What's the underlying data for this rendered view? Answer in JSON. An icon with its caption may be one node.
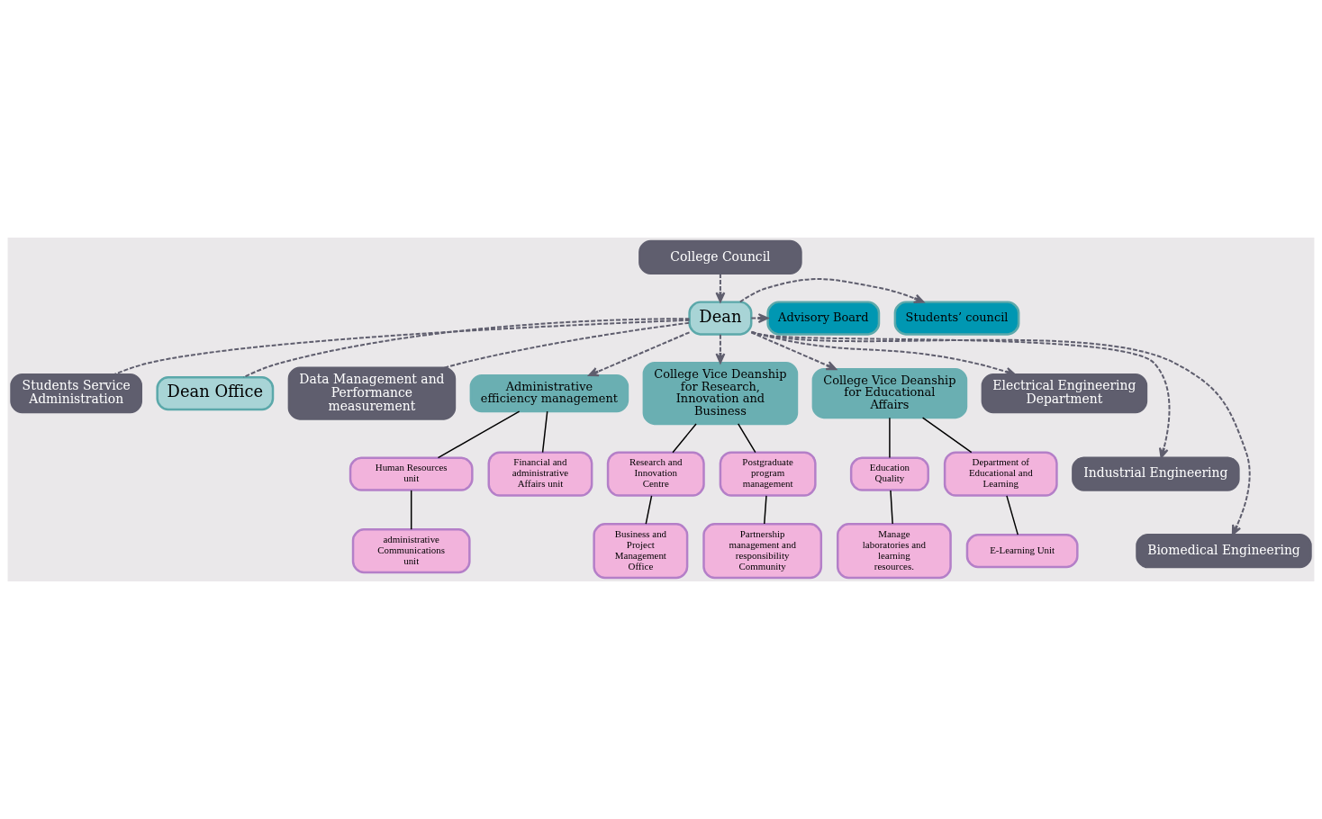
{
  "diagram": {
    "nodes": [
      {
        "text": [
          "College Council"
        ]
      },
      {
        "text": [
          "Dean"
        ]
      },
      {
        "text": [
          "Students’ council"
        ]
      },
      {
        "text": [
          "Advisory Board"
        ]
      },
      {
        "text": [
          "Students Service Administration"
        ]
      },
      {
        "text": [
          "Dean Office"
        ]
      },
      {
        "text": [
          "Data Management and Performance measurement"
        ]
      },
      {
        "text": [
          "Administrative efficiency management"
        ]
      },
      {
        "text": [
          "College Vice Deanship for Research, Innovation and Business"
        ]
      },
      {
        "text": [
          "College Vice Deanship for Educational Affairs"
        ]
      },
      {
        "text": [
          "Electrical Engineering Department"
        ]
      },
      {
        "text": [
          "Industrial Engineering"
        ]
      },
      {
        "text": [
          "Biomedical Engineering"
        ]
      },
      {
        "text": [
          "Human Resources unit"
        ]
      },
      {
        "text": [
          "Financial and administrative Affairs unit"
        ]
      },
      {
        "text": [
          "administrative Communications unit"
        ]
      },
      {
        "text": [
          "Research and Innovation Centre"
        ]
      },
      {
        "text": [
          "Postgraduate program management"
        ]
      },
      {
        "text": [
          "Business and Project Management Office"
        ]
      },
      {
        "text": [
          "Partnership management and responsibility Community"
        ]
      },
      {
        "text": [
          "Education Quality"
        ]
      },
      {
        "text": [
          "Department of Educational and Learning"
        ]
      },
      {
        "text": [
          "Manage laboratories and learning resources."
        ]
      },
      {
        "text": [
          "E-Learning Unit"
        ]
      }
    ],
    "edges": [
      {
        "from": 0,
        "to": 1,
        "arrow": "to",
        "style": "dashed"
      },
      {
        "from": 1,
        "to": 2,
        "arrow": "to",
        "style": "dashed"
      },
      {
        "from": 1,
        "to": 3,
        "arrow": "to",
        "style": "dashed"
      },
      {
        "from": 1,
        "to": 4,
        "arrow": "none",
        "style": "dashed"
      },
      {
        "from": 1,
        "to": 5,
        "arrow": "none",
        "style": "dashed"
      },
      {
        "from": 1,
        "to": 6,
        "arrow": "none",
        "style": "dashed"
      },
      {
        "from": 1,
        "to": 7,
        "arrow": "to",
        "style": "dashed"
      },
      {
        "from": 1,
        "to": 8,
        "arrow": "to",
        "style": "dashed"
      },
      {
        "from": 1,
        "to": 9,
        "arrow": "to",
        "style": "dashed"
      },
      {
        "from": 1,
        "to": 10,
        "arrow": "to",
        "style": "dashed"
      },
      {
        "from": 1,
        "to": 11,
        "arrow": "to",
        "style": "dashed"
      },
      {
        "from": 1,
        "to": 12,
        "arrow": "to",
        "style": "dashed"
      },
      {
        "from": 7,
        "to": 13,
        "arrow": "none",
        "color": "#000000"
      },
      {
        "from": 7,
        "to": 14,
        "arrow": "none",
        "color": "#000000"
      },
      {
        "from": 13,
        "to": 15,
        "arrow": "none",
        "color": "#000000"
      },
      {
        "from": 8,
        "to": 16,
        "arrow": "none",
        "color": "#000000"
      },
      {
        "from": 8,
        "to": 17,
        "arrow": "none",
        "color": "#000000"
      },
      {
        "from": 16,
        "to": 18,
        "arrow": "none",
        "color": "#000000"
      },
      {
        "from": 17,
        "to": 19,
        "arrow": "none",
        "color": "#000000"
      },
      {
        "from": 9,
        "to": 20,
        "arrow": "none",
        "color": "#000000"
      },
      {
        "from": 9,
        "to": 21,
        "arrow": "none",
        "color": "#000000"
      },
      {
        "from": 20,
        "to": 22,
        "arrow": "none",
        "color": "#000000"
      },
      {
        "from": 21,
        "to": 23,
        "arrow": "none",
        "color": "#000000"
      }
    ]
  }
}
